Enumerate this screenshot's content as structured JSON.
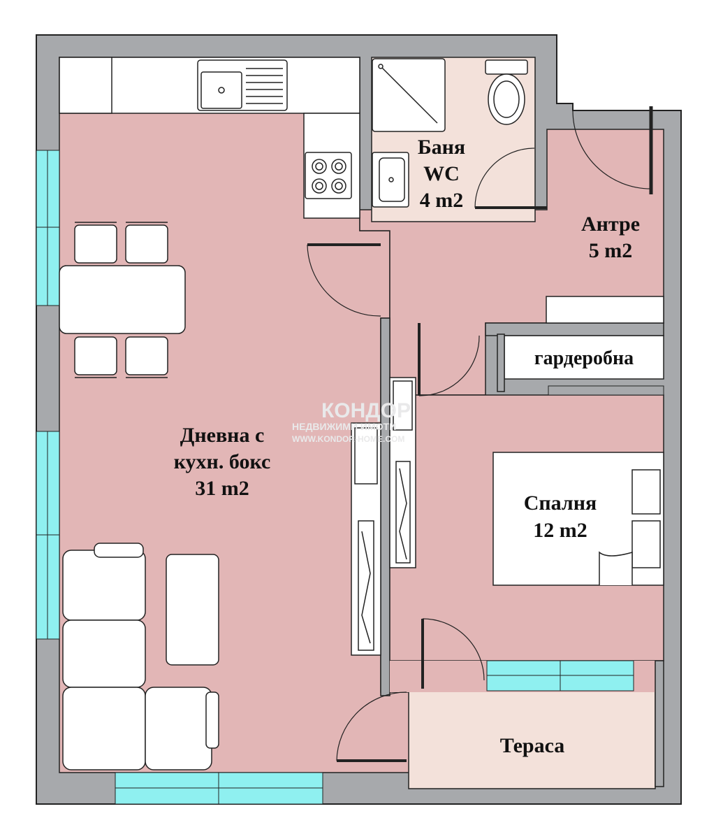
{
  "colors": {
    "wall": "#a7a9ac",
    "room_pink": "#e2b6b6",
    "bath": "#f3e1da",
    "terrace": "#f3e1da",
    "window": "#8ff0f0",
    "furniture": "#ffffff",
    "outline": "#222222"
  },
  "rooms": {
    "living": {
      "line1": "Дневна с",
      "line2": "кухн. бокс",
      "area": "31 m2"
    },
    "bath": {
      "line1": "Баня",
      "line2": "WC",
      "area": "4 m2"
    },
    "hall": {
      "name": "Антре",
      "area": "5 m2"
    },
    "wardrobe": {
      "name": "гардеробна"
    },
    "bedroom": {
      "name": "Спалня",
      "area": "12 m2"
    },
    "terrace": {
      "name": "Тераса"
    }
  },
  "watermark": {
    "brand": "КОНДОР",
    "subtitle": "НЕДВИЖИМИ ИМОТИ",
    "url": "WWW.KONDOR-HOME.COM"
  }
}
